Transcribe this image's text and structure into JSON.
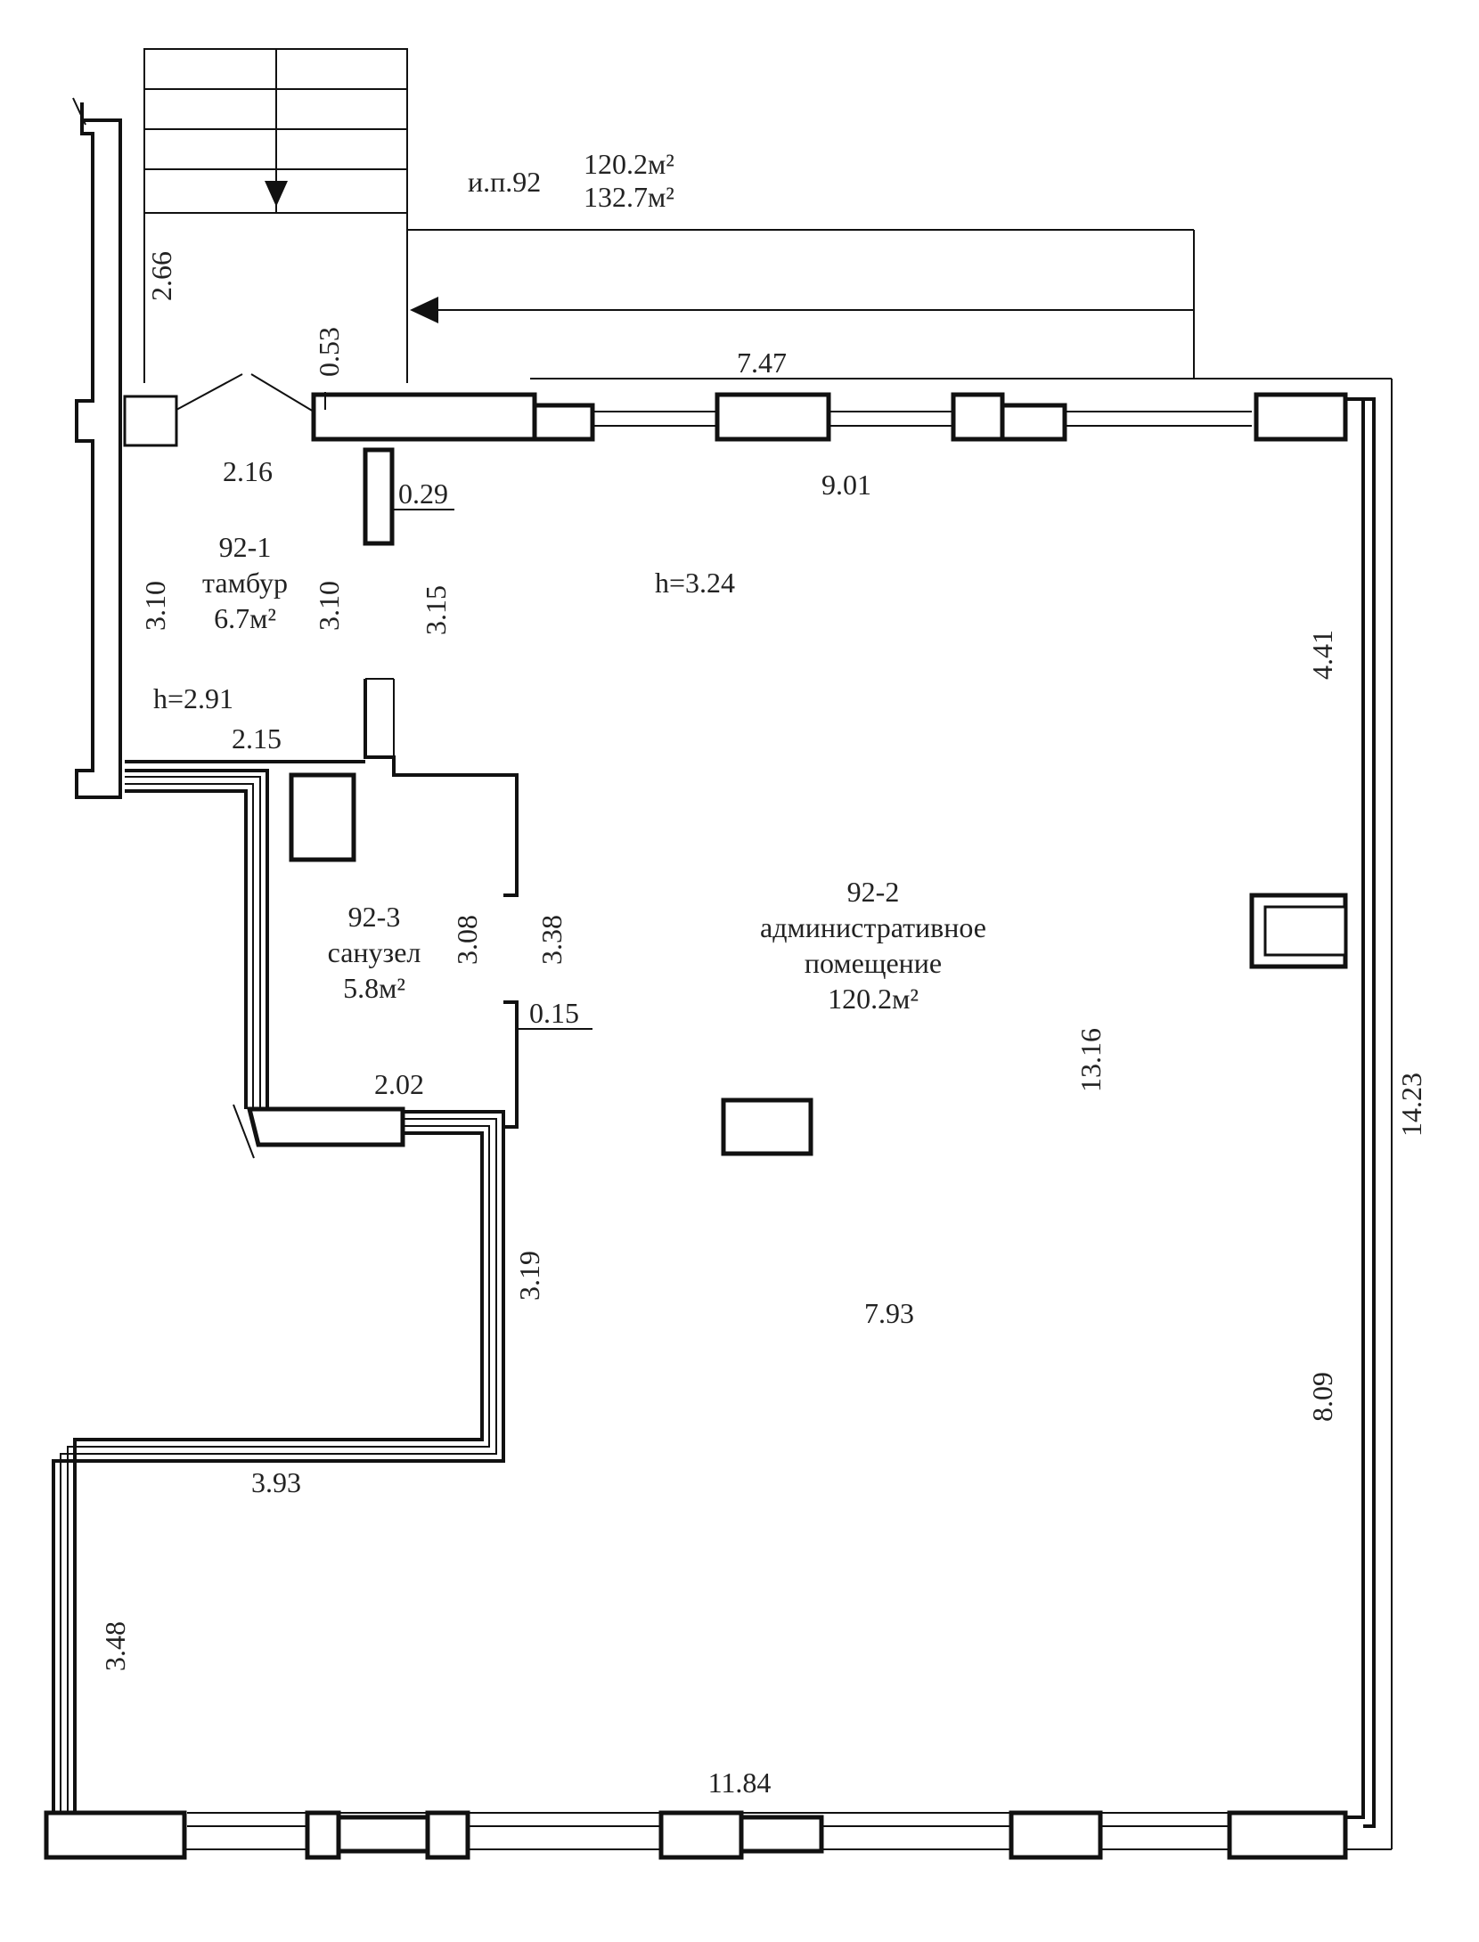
{
  "plan": {
    "header": {
      "unit_ref": "и.п.92",
      "area_main": "120.2м²",
      "area_total": "132.7м²"
    },
    "rooms": {
      "r921": {
        "id": "92-1",
        "name": "тамбур",
        "area": "6.7м²",
        "height": "h=2.91"
      },
      "r922": {
        "id": "92-2",
        "name_line1": "административное",
        "name_line2": "помещение",
        "area": "120.2м²",
        "height": "h=3.24"
      },
      "r923": {
        "id": "92-3",
        "name": "санузел",
        "area": "5.8м²"
      }
    },
    "dims": {
      "d266": "2.66",
      "d053": "0.53",
      "d747": "7.47",
      "d216": "2.16",
      "d029": "0.29",
      "d901": "9.01",
      "d310a": "3.10",
      "d310b": "3.10",
      "d315": "3.15",
      "d441": "4.41",
      "d215": "2.15",
      "d308": "3.08",
      "d338": "3.38",
      "d015": "0.15",
      "d1316": "13.16",
      "d1423": "14.23",
      "d202": "2.02",
      "d319": "3.19",
      "d793": "7.93",
      "d809": "8.09",
      "d393": "3.93",
      "d348": "3.48",
      "d1184": "11.84"
    }
  }
}
